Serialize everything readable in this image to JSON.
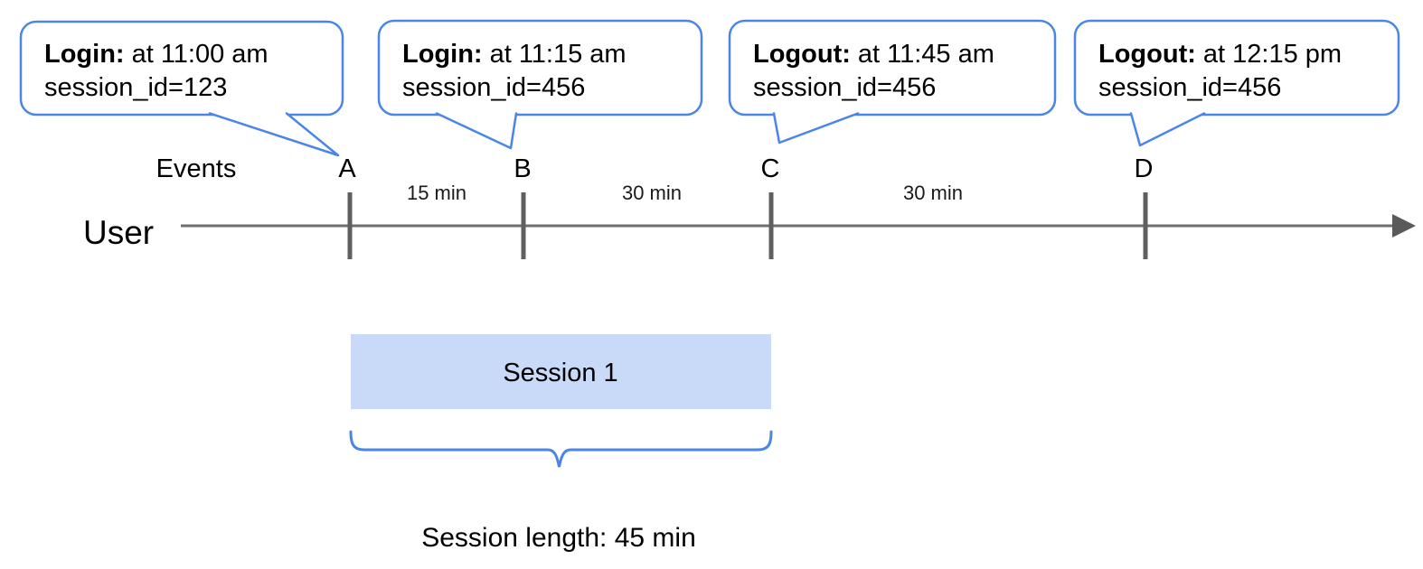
{
  "colors": {
    "accent_blue": "#4a86e8",
    "session_fill": "#c9daf8",
    "timeline_gray": "#6e6e6e",
    "tick_gray": "#5f5f5f",
    "text": "#000000"
  },
  "callouts": [
    {
      "event": "Login:",
      "time": "at 11:00 am",
      "detail": "session_id=123"
    },
    {
      "event": "Login:",
      "time": "at 11:15 am",
      "detail": "session_id=456"
    },
    {
      "event": "Logout:",
      "time": "at 11:45 am",
      "detail": "session_id=456"
    },
    {
      "event": "Logout:",
      "time": "at 12:15 pm",
      "detail": "session_id=456"
    }
  ],
  "timeline": {
    "axis_label": "Events",
    "lane_label": "User",
    "markers": [
      "A",
      "B",
      "C",
      "D"
    ],
    "intervals": [
      "15 min",
      "30 min",
      "30 min"
    ]
  },
  "session": {
    "box_label": "Session 1",
    "length_label": "Session length: 45 min"
  }
}
